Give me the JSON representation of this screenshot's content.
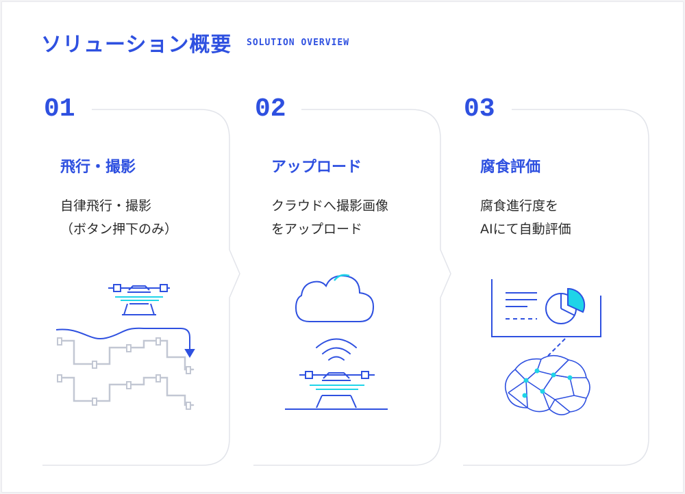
{
  "header": {
    "title": "ソリューション概要",
    "subtitle": "SOLUTION OVERVIEW"
  },
  "steps": [
    {
      "number": "01",
      "name": "飛行・撮影",
      "desc_line1": "自律飛行・撮影",
      "desc_line2": "（ボタン押下のみ）",
      "icon": "drone-pipeline-icon"
    },
    {
      "number": "02",
      "name": "アップロード",
      "desc_line1": "クラウドへ撮影画像",
      "desc_line2": "をアップロード",
      "icon": "cloud-upload-icon"
    },
    {
      "number": "03",
      "name": "腐食評価",
      "desc_line1": "腐食進行度を",
      "desc_line2": "AIにて自動評価",
      "icon": "ai-report-brain-icon"
    }
  ],
  "colors": {
    "accent": "#2e50e0",
    "cyan": "#1fd4e8",
    "pipe": "#c2c7d3",
    "border": "#e2e4ea"
  }
}
